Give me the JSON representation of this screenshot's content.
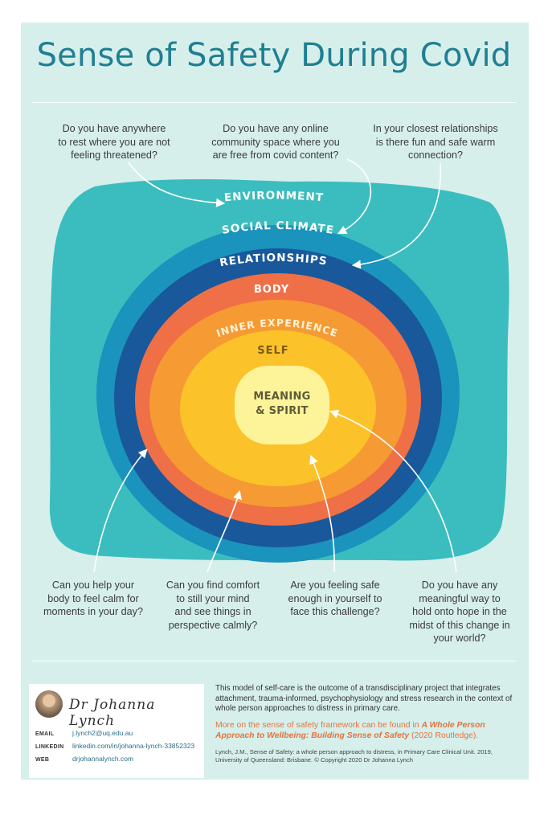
{
  "title": "Sense of Safety During Covid",
  "layers": {
    "environment": "ENVIRONMENT",
    "social_climate": "SOCIAL CLIMATE",
    "relationships": "RELATIONSHIPS",
    "body": "BODY",
    "inner_experience": "INNER EXPERIENCE",
    "self": "SELF",
    "meaning_line1": "MEANING",
    "meaning_line2": "& SPIRIT"
  },
  "colors": {
    "background": "#d6efeb",
    "environment": "#3bbdbf",
    "social_climate": "#1a93bd",
    "relationships": "#19589a",
    "body": "#ef6f47",
    "inner_experience": "#f69a33",
    "self": "#fcc22a",
    "meaning": "#fdf49a",
    "title": "#1f7f93",
    "accent_text": "#e3733d"
  },
  "questions_top": [
    {
      "lines": [
        "Do you have anywhere",
        "to rest where you are not",
        "feeling threatened?"
      ]
    },
    {
      "lines": [
        "Do you have any online",
        "community space where you",
        "are free from covid content?"
      ]
    },
    {
      "lines": [
        "In your closest relationships",
        "is there fun and safe warm",
        "connection?"
      ]
    }
  ],
  "questions_bottom": [
    {
      "lines": [
        "Can you help your",
        "body to feel calm for",
        "moments in your day?"
      ]
    },
    {
      "lines": [
        "Can you find comfort",
        "to still your mind",
        "and see things in",
        "perspective calmly?"
      ]
    },
    {
      "lines": [
        "Are you feeling safe",
        "enough in yourself to",
        "face this challenge?"
      ]
    },
    {
      "lines": [
        "Do you have any",
        "meaningful way to",
        "hold onto hope in the",
        "midst of this change in",
        "your world?"
      ]
    }
  ],
  "author": {
    "signature": "Dr Johanna Lynch",
    "email_label": "EMAIL",
    "email": "j.lynch2@uq.edu.au",
    "linkedin_label": "LINKEDIN",
    "linkedin": "linkedin.com/in/johanna-lynch-33852323",
    "web_label": "WEB",
    "web": "drjohannalynch.com"
  },
  "info": {
    "paragraph": "This model of self-care is the outcome of a transdisciplinary project that integrates attachment, trauma-informed, psychophysiology and stress research in the context of whole person approaches to distress in primary care.",
    "more_prefix": "More on the sense of safety framework can be found in ",
    "book_title": "A Whole Person Approach to Wellbeing: Building Sense of Safety",
    "more_suffix": " (2020 Routledge).",
    "citation": "Lynch, J.M., Sense of Safety: a whole person approach to distress, in Primary Care Clinical Unit. 2019, University of Queensland: Brisbane. © Copyright 2020 Dr Johanna Lynch"
  }
}
